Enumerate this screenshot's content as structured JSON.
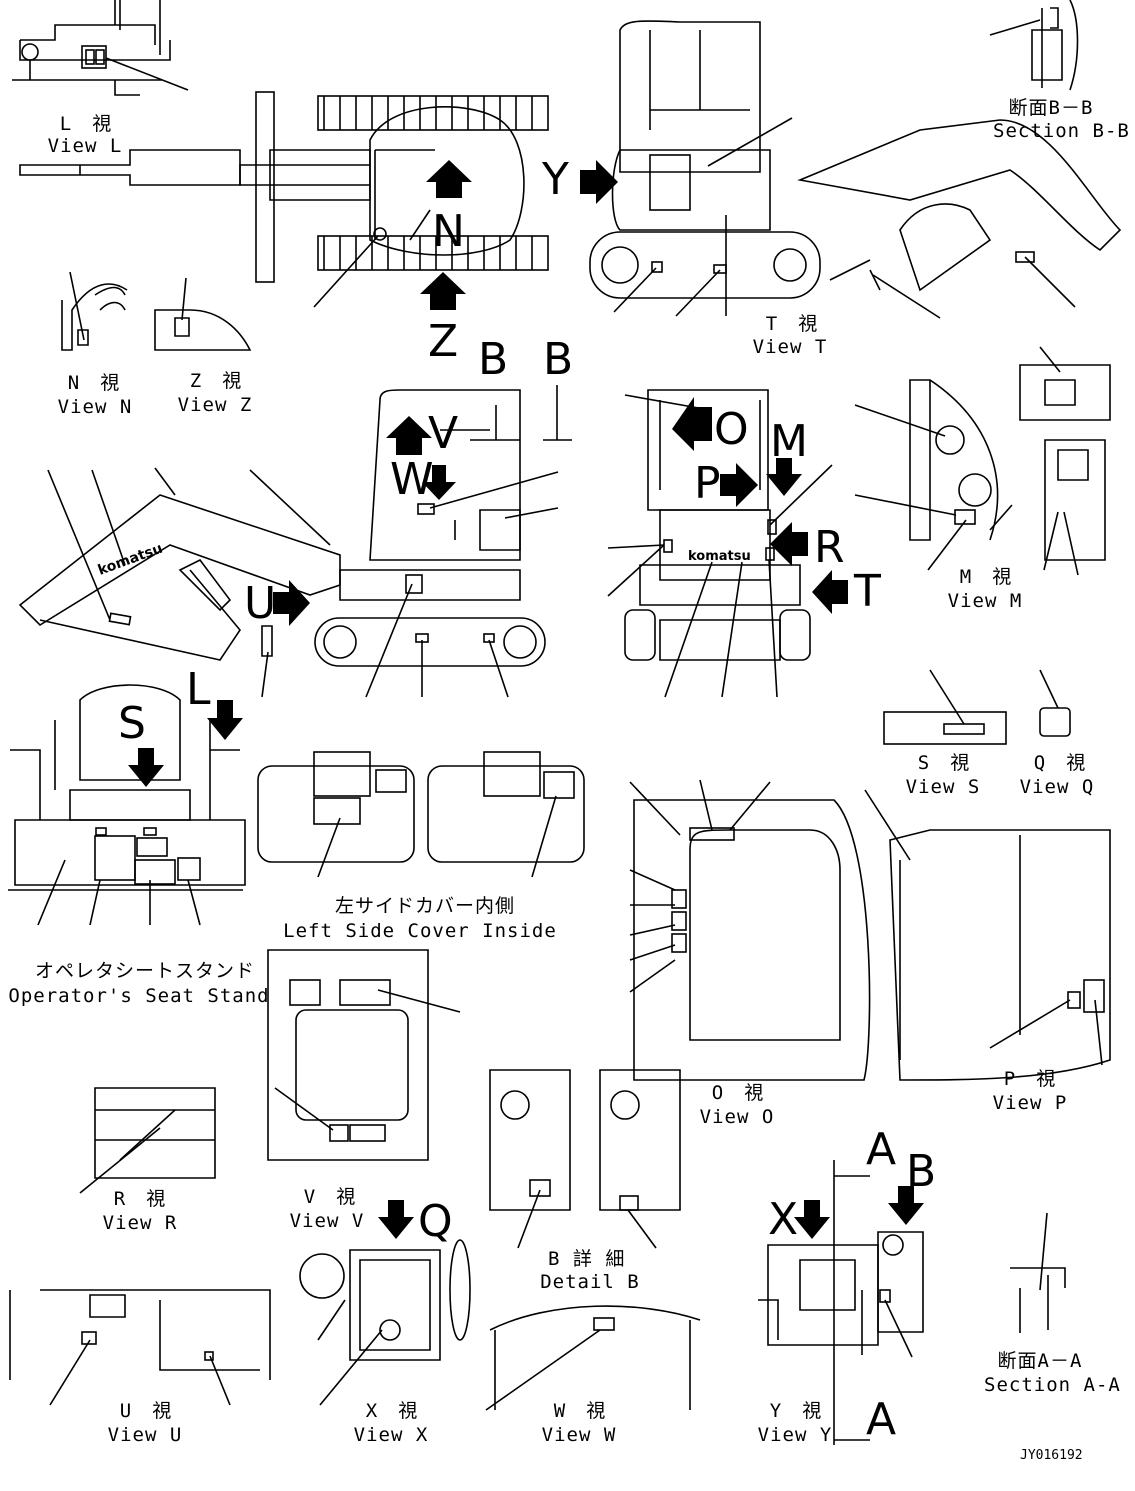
{
  "views": {
    "L": {
      "jp": "L　視",
      "en": "View L"
    },
    "N": {
      "jp": "N　視",
      "en": "View N"
    },
    "Z": {
      "jp": "Z　視",
      "en": "View Z"
    },
    "T": {
      "jp": "T　視",
      "en": "View T"
    },
    "M": {
      "jp": "M　視",
      "en": "View M"
    },
    "S": {
      "jp": "S　視",
      "en": "View S"
    },
    "Q": {
      "jp": "Q　視",
      "en": "View Q"
    },
    "O": {
      "jp": "O　視",
      "en": "View O"
    },
    "P": {
      "jp": "P　視",
      "en": "View P"
    },
    "R": {
      "jp": "R　視",
      "en": "View R"
    },
    "V": {
      "jp": "V　視",
      "en": "View V"
    },
    "U": {
      "jp": "U　視",
      "en": "View U"
    },
    "X": {
      "jp": "X　視",
      "en": "View X"
    },
    "W": {
      "jp": "W　視",
      "en": "View W"
    },
    "Y": {
      "jp": "Y　視",
      "en": "View Y"
    }
  },
  "sections": {
    "BB": {
      "jp": "断面B－B",
      "en": "Section B-B"
    },
    "AA": {
      "jp": "断面A－A",
      "en": "Section A-A"
    },
    "detailB": {
      "jp": "B 詳 細",
      "en": "Detail B"
    },
    "leftCover": {
      "jp": "左サイドカバー内側",
      "en": "Left Side Cover Inside"
    },
    "seatStand": {
      "jp": "オペレタシートスタンド",
      "en": "Operator's Seat Stand"
    }
  },
  "markers": {
    "Y": "Y",
    "N": "N",
    "Z": "Z",
    "B1": "B",
    "B2": "B",
    "V": "V",
    "W": "W",
    "U": "U",
    "O": "O",
    "P": "P",
    "M": "M",
    "R": "R",
    "T": "T",
    "S": "S",
    "L": "L",
    "Q": "Q",
    "X": "X",
    "A1": "A",
    "A2": "A",
    "B3": "B"
  },
  "drawing_code": "JY016192",
  "brand_decal": "komatsu"
}
